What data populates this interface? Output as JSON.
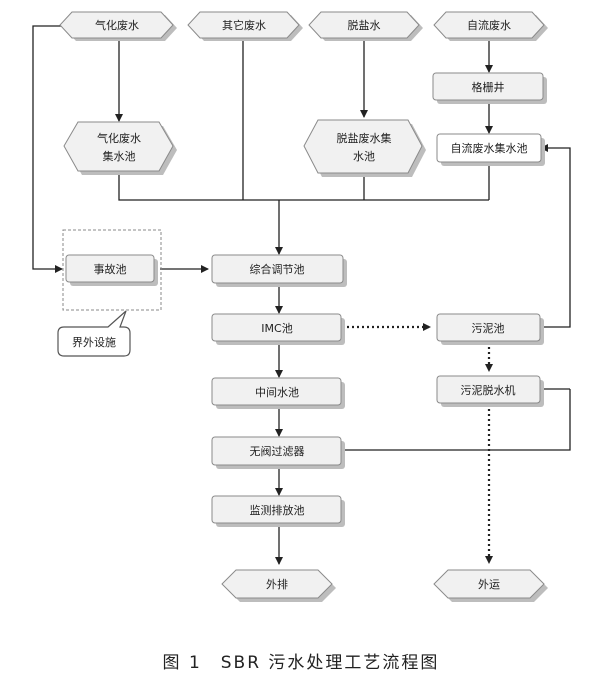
{
  "colors": {
    "line": "#222222",
    "node_fill": "#f1f1f1",
    "node_stroke": "#8a8a8a",
    "shadow": "#bdbdbd",
    "accent_fill": "#ffffff"
  },
  "sources": {
    "gas_wastewater": "气化废水",
    "other_wastewater": "其它废水",
    "desalt_water": "脱盐水",
    "gravity_wastewater": "自流废水"
  },
  "nodes": {
    "grille_well": "格栅井",
    "gas_collect_line1": "气化废水",
    "gas_collect_line2": "集水池",
    "desalt_collect_line1": "脱盐废水集",
    "desalt_collect_line2": "水池",
    "gravity_collect": "自流废水集水池",
    "accident_pool": "事故池",
    "offsite_facility": "界外设施",
    "equalization_pool": "综合调节池",
    "imc_pool": "IMC池",
    "middle_pool": "中间水池",
    "valveless_filter": "无阀过滤器",
    "monitor_pool": "监测排放池",
    "sludge_pool": "污泥池",
    "sludge_dewater": "污泥脱水机",
    "discharge": "外排",
    "transport": "外运"
  },
  "caption": "图 1　SBR 污水处理工艺流程图"
}
